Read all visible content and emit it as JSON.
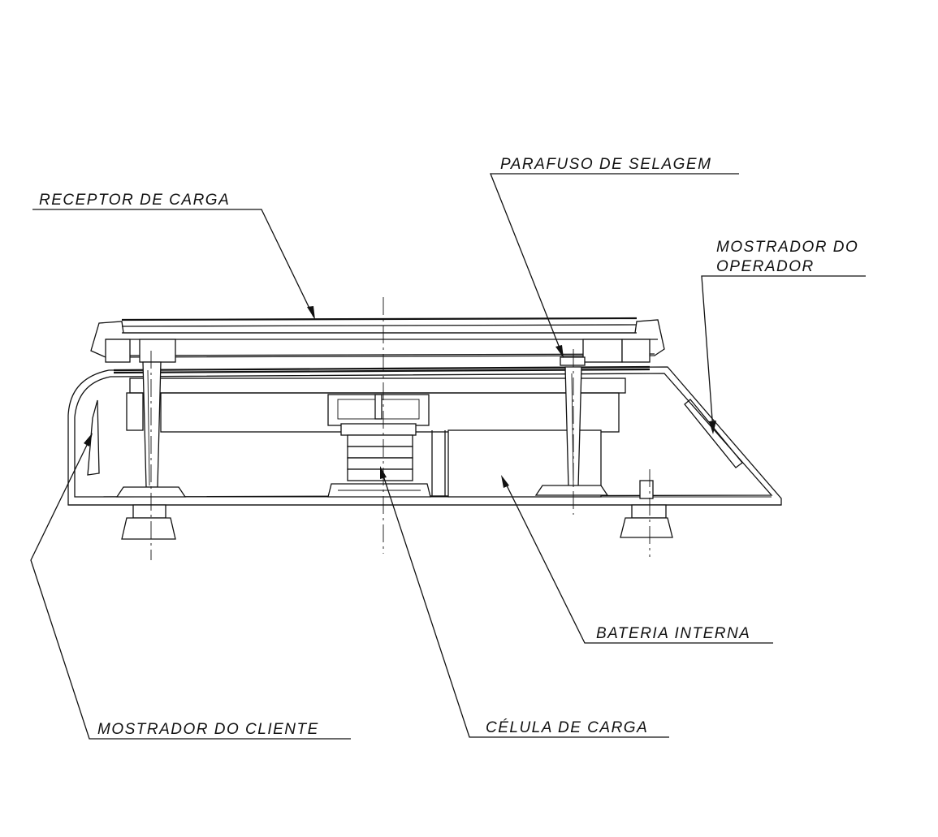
{
  "diagram": {
    "labels": {
      "receptor": "RECEPTOR DE CARGA",
      "parafuso": "PARAFUSO DE SELAGEM",
      "mostrador_operador_line1": "MOSTRADOR DO",
      "mostrador_operador_line2": "OPERADOR",
      "bateria": "BATERIA INTERNA",
      "celula": "CÉLULA DE CARGA",
      "mostrador_cliente": "MOSTRADOR DO CLIENTE"
    }
  }
}
